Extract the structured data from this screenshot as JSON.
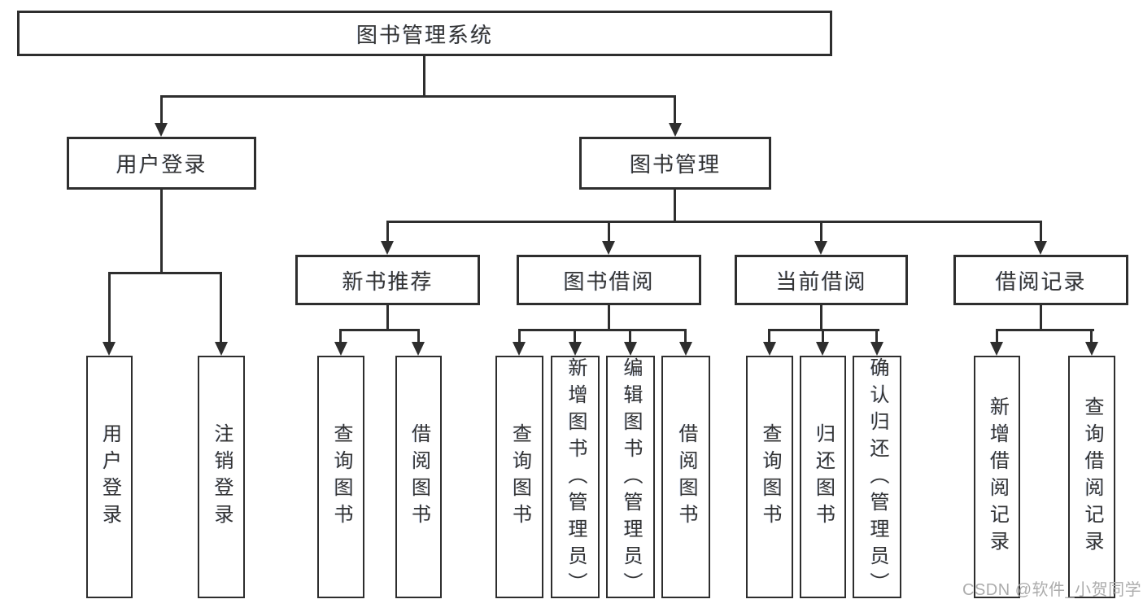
{
  "diagram": {
    "line_color": "#2e2e2e",
    "text_color": "#333333",
    "root": {
      "label": "图书管理系统"
    },
    "branches": [
      {
        "label": "用户登录",
        "children": [
          {
            "label": "用户登录"
          },
          {
            "label": "注销登录"
          }
        ]
      },
      {
        "label": "图书管理",
        "children": [
          {
            "label": "新书推荐",
            "children": [
              {
                "label": "查询图书"
              },
              {
                "label": "借阅图书"
              }
            ]
          },
          {
            "label": "图书借阅",
            "children": [
              {
                "label": "查询图书"
              },
              {
                "label": "新增图书（管理员）"
              },
              {
                "label": "编辑图书（管理员）"
              },
              {
                "label": "借阅图书"
              }
            ]
          },
          {
            "label": "当前借阅",
            "children": [
              {
                "label": "查询图书"
              },
              {
                "label": "归还图书"
              },
              {
                "label": "确认归还（管理员）"
              }
            ]
          },
          {
            "label": "借阅记录",
            "children": [
              {
                "label": "新增借阅记录"
              },
              {
                "label": "查询借阅记录"
              }
            ]
          }
        ]
      }
    ]
  },
  "watermark": {
    "text": "CSDN @软件_小贺同学"
  }
}
